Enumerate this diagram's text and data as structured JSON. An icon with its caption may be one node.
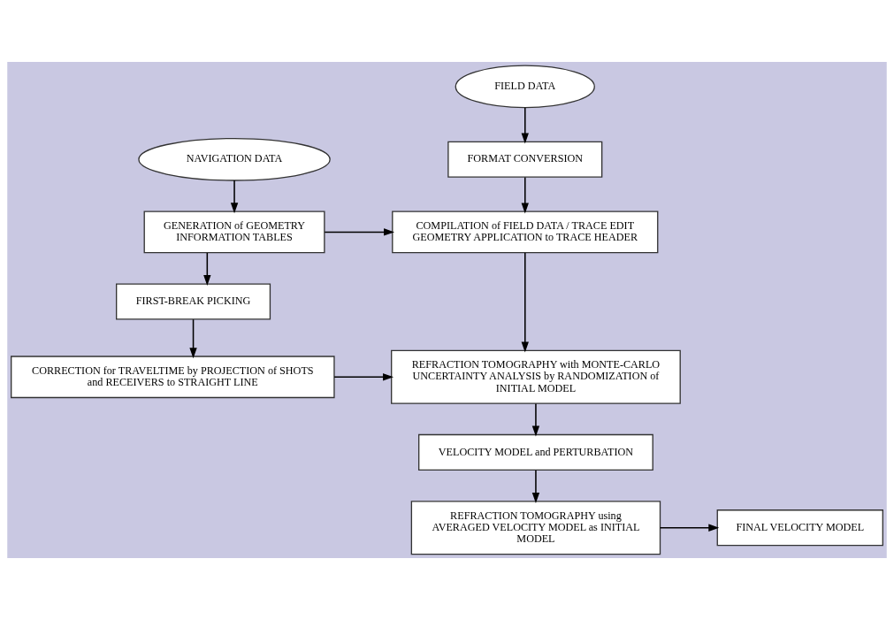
{
  "diagram": {
    "nodes": [
      {
        "text": [
          "FIELD DATA"
        ]
      },
      {
        "text": [
          "FORMAT CONVERSION"
        ]
      },
      {
        "text": [
          "COMPILATION of FIELD DATA / TRACE EDIT GEOMETRY APPLICATION to TRACE HEADER"
        ]
      },
      {
        "text": [
          "NAVIGATION DATA"
        ]
      },
      {
        "text": [
          "GENERATION of GEOMETRY INFORMATION TABLES"
        ]
      },
      {
        "text": [
          "FIRST-BREAK PICKING"
        ]
      },
      {
        "text": [
          "REFRACTION TOMOGRAPHY with MONTE-CARLO UNCERTAINTY ANALYSIS by RANDOMIZATION of INITIAL MODEL"
        ]
      },
      {
        "text": [
          "CORRECTION for TRAVELTIME by PROJECTION of SHOTS and RECEIVERS to STRAIGHT LINE"
        ]
      },
      {
        "text": [
          "VELOCITY MODEL and PERTURBATION"
        ]
      },
      {
        "text": [
          "REFRACTION TOMOGRAPHY using AVERAGED VELOCITY MODEL as INITIAL MODEL"
        ]
      },
      {
        "text": [
          "FINAL VELOCITY MODEL"
        ]
      }
    ],
    "edges": [
      {
        "from": 0,
        "to": 1,
        "arrow": "to"
      },
      {
        "from": 1,
        "to": 2,
        "arrow": "to"
      },
      {
        "from": 3,
        "to": 4,
        "arrow": "to"
      },
      {
        "from": 4,
        "to": 2,
        "arrow": "to"
      },
      {
        "from": 4,
        "to": 5,
        "arrow": "to"
      },
      {
        "from": 5,
        "to": 7,
        "arrow": "to"
      },
      {
        "from": 7,
        "to": 6,
        "arrow": "to"
      },
      {
        "from": 2,
        "to": 6,
        "arrow": "to"
      },
      {
        "from": 6,
        "to": 8,
        "arrow": "to"
      },
      {
        "from": 8,
        "to": 9,
        "arrow": "to"
      },
      {
        "from": 9,
        "to": 10,
        "arrow": "to"
      }
    ]
  }
}
